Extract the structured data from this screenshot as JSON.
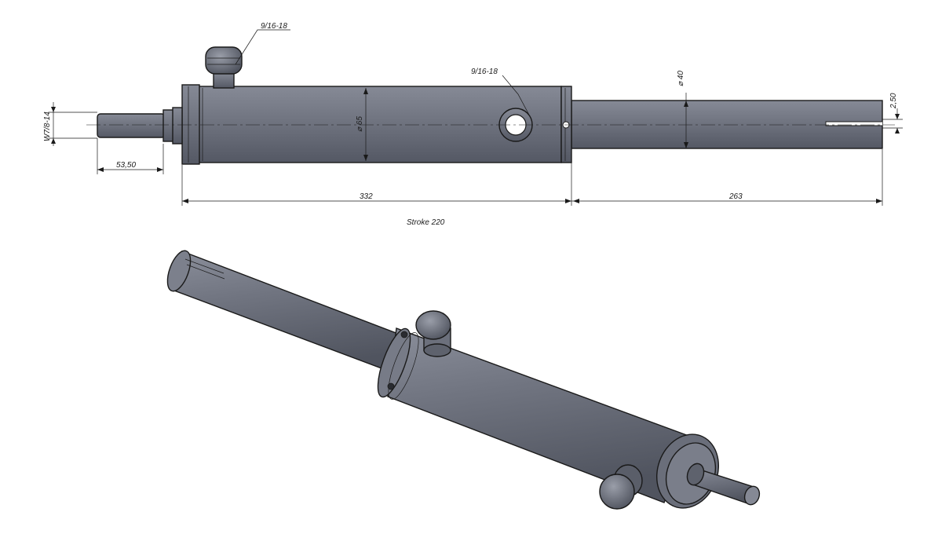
{
  "labels": {
    "port_top": "9/16-18",
    "port_side": "9/16-18",
    "rod_diameter": "⌀ 40",
    "barrel_diameter": "⌀ 65",
    "rod_slot": "2,50",
    "thread": "W7/8-14",
    "shaft_length": "53,50",
    "body_length": "332",
    "rod_length": "263",
    "stroke": "Stroke 220"
  },
  "colors": {
    "steel": "#6f7380",
    "steel_dark": "#4e525d",
    "steel_light": "#8c909c",
    "line": "#1a1a1a",
    "background": "#ffffff"
  }
}
